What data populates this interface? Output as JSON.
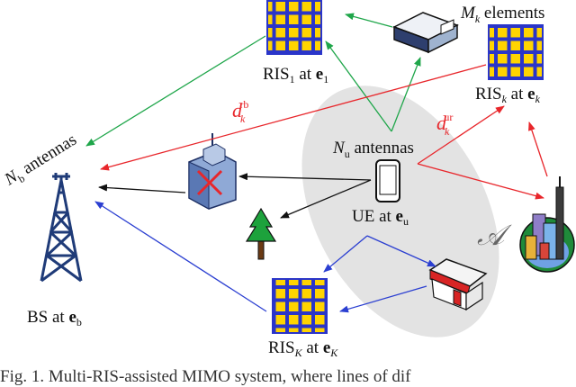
{
  "labels": {
    "ris_1": {
      "base": "RIS",
      "sub": "1",
      "at": " at ",
      "vec": "e",
      "vsub": "1"
    },
    "ris_k": {
      "base": "RIS",
      "sub": "k",
      "at": " at ",
      "vec": "e",
      "vsub": "k"
    },
    "ris_K": {
      "base": "RIS",
      "sub": "K",
      "at": " at ",
      "vec": "e",
      "vsub": "K"
    },
    "ue": {
      "base": "UE at ",
      "vec": "e",
      "vsub": "u"
    },
    "bs": {
      "base": "BS at ",
      "vec": "e",
      "vsub": "b"
    },
    "n_u": {
      "sym": "N",
      "sub": "u",
      "text": " antennas"
    },
    "n_b": {
      "sym": "N",
      "sub": "b",
      "text": " antennas"
    },
    "m_k": {
      "sym": "M",
      "sub": "k",
      "text": " elements"
    },
    "d_rb": {
      "sym": "d",
      "sub": "k",
      "sup": "rb"
    },
    "d_ur": {
      "sym": "d",
      "sub": "k",
      "sup": "ur"
    },
    "region": "𝒜"
  },
  "caption": "Fig. 1. Multi-RIS-assisted MIMO system, where lines of dif",
  "colors": {
    "green": "#1fa64a",
    "red": "#e8262b",
    "blue": "#2b3fd1",
    "black": "#111111",
    "ris_fill": "#ffd400",
    "ris_grid": "#2a35c9",
    "ellipse": "#e3e3e3",
    "tower": "#1f3b78"
  },
  "icons": [
    "ris-panel-icon",
    "tower-icon",
    "phone-icon",
    "tree-icon",
    "building-icon",
    "house-icon",
    "city-icon",
    "blocked-building-icon"
  ]
}
